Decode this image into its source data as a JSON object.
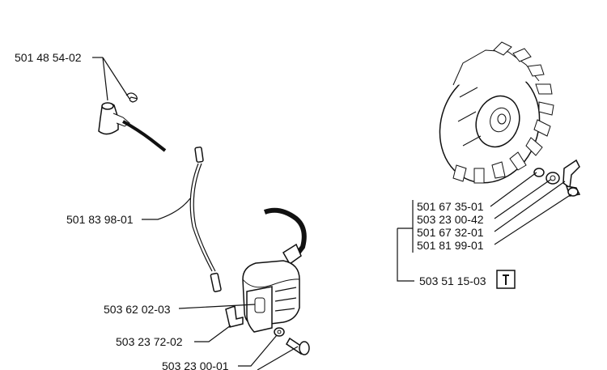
{
  "labels": {
    "spark_plug_cap": "501 48 54-02",
    "ignition_lead": "501 83 98-01",
    "ignition_module": "503 62 02-03",
    "bracket": "503 23 72-02",
    "washer_screw": "503 23 00-01",
    "flywheel_washer": "501 67 35-01",
    "flywheel_screw": "503 23 00-42",
    "flywheel_key": "501 67 32-01",
    "flywheel_nut": "501 81 99-01",
    "flywheel_kit": "503 51 15-03"
  },
  "icons": {
    "kit_tool": "wrench-icon"
  }
}
